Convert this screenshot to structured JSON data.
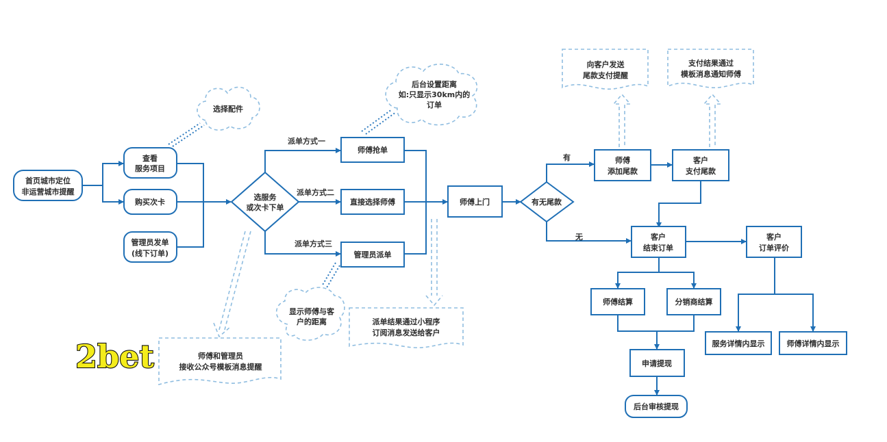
{
  "logo": "2bet",
  "nodes": {
    "start": [
      "首页城市定位",
      "非运营城市提醒"
    ],
    "view": [
      "查看",
      "服务项目"
    ],
    "buy": [
      "购买次卡"
    ],
    "admin_order": [
      "管理员发单",
      "(线下订单)"
    ],
    "choose": [
      "选服务",
      "或次卡下单"
    ],
    "grab": [
      "师傅抢单"
    ],
    "direct": [
      "直接选择师傅"
    ],
    "assign": [
      "管理员派单"
    ],
    "visit": [
      "师傅上门"
    ],
    "balance_q": [
      "有无尾款"
    ],
    "add_balance": [
      "师傅",
      "添加尾款"
    ],
    "pay_balance": [
      "客户",
      "支付尾款"
    ],
    "finish": [
      "客户",
      "结束订单"
    ],
    "review": [
      "客户",
      "订单评价"
    ],
    "settle_master": [
      "师傅结算"
    ],
    "settle_dist": [
      "分销商结算"
    ],
    "withdraw": [
      "申请提现"
    ],
    "audit": [
      "后台审核提现"
    ],
    "svc_detail": [
      "服务详情内显示"
    ],
    "master_detail": [
      "师傅详情内显示"
    ]
  },
  "edges": {
    "mode1": "派单方式一",
    "mode2": "派单方式二",
    "mode3": "派单方式三",
    "yes": "有",
    "no": "无"
  },
  "notes": {
    "parts": [
      "选择配件"
    ],
    "distance": [
      "后台设置距离",
      "如:只显示30km内的",
      "订单"
    ],
    "show_distance": [
      "显示师傅与客",
      "户的距离"
    ],
    "notify_customer": [
      "派单结果通过小程序",
      "订阅消息发送给客户"
    ],
    "notify_master": [
      "师傅和管理员",
      "接收公众号模板消息提醒"
    ],
    "send_balance": [
      "向客户发送",
      "尾款支付提醒"
    ],
    "pay_result": [
      "支付结果通过",
      "模板消息通知师傅"
    ]
  }
}
